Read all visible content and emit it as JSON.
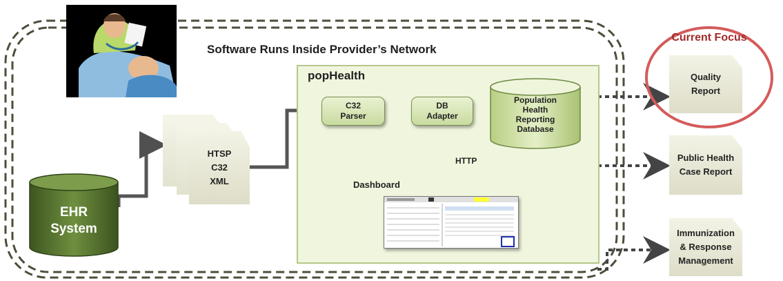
{
  "network_label": "Software Runs Inside Provider’s Network",
  "pophealth_title": "popHealth",
  "current_focus": "Current Focus",
  "ehr_label": "EHR\nSystem",
  "htsp_label": "HTSP\nC32\nXML",
  "c32_parser": "C32\nParser",
  "db_adapter": "DB\nAdapter",
  "database_label": "Population\nHealth\nReporting\nDatabase",
  "http_label": "HTTP",
  "dashboard_label": "Dashboard",
  "outputs": {
    "quality": "Quality\nReport",
    "public_health": "Public Health\nCase Report",
    "immunization": "Immunization\n& Response\nManagement"
  },
  "colors": {
    "ehr_dark": "#4f6a2a",
    "pophealth_bg": "#f0f6de",
    "focus_ring": "#c0392b",
    "focus_text": "#a02a2a"
  }
}
